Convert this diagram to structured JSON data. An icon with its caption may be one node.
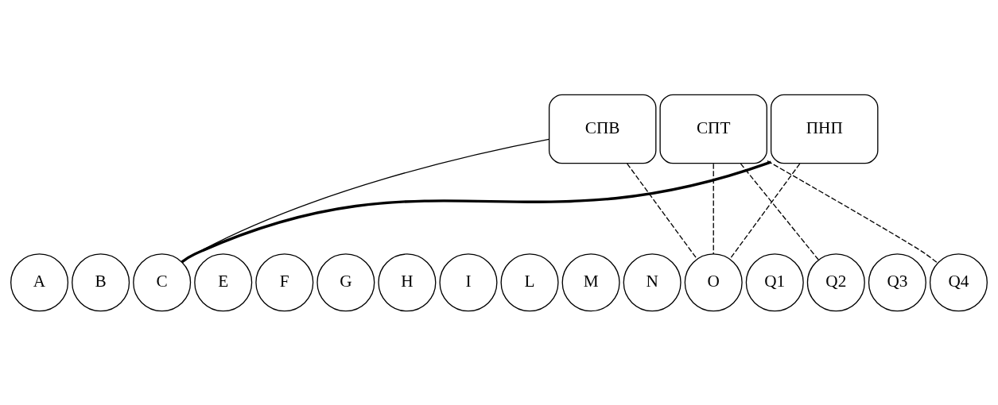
{
  "diagram": {
    "nodes": [
      {
        "text": [
          "СПВ"
        ]
      },
      {
        "text": [
          "СПТ"
        ]
      },
      {
        "text": [
          "ПНП"
        ]
      },
      {
        "text": [
          "A"
        ]
      },
      {
        "text": [
          "B"
        ]
      },
      {
        "text": [
          "C"
        ]
      },
      {
        "text": [
          "E"
        ]
      },
      {
        "text": [
          "F"
        ]
      },
      {
        "text": [
          "G"
        ]
      },
      {
        "text": [
          "H"
        ]
      },
      {
        "text": [
          "I"
        ]
      },
      {
        "text": [
          "L"
        ]
      },
      {
        "text": [
          "M"
        ]
      },
      {
        "text": [
          "N"
        ]
      },
      {
        "text": [
          "O"
        ]
      },
      {
        "text": [
          "Q1"
        ]
      },
      {
        "text": [
          "Q2"
        ]
      },
      {
        "text": [
          "Q3"
        ]
      },
      {
        "text": [
          "Q4"
        ]
      }
    ],
    "edges": [
      {
        "from": 0,
        "to": 5,
        "arrow": "none"
      },
      {
        "from": 2,
        "to": 5,
        "arrow": "none",
        "style": "thick"
      },
      {
        "from": 0,
        "to": 14,
        "arrow": "none",
        "style": "dashed"
      },
      {
        "from": 1,
        "to": 14,
        "arrow": "none",
        "style": "dashed"
      },
      {
        "from": 1,
        "to": 16,
        "arrow": "none",
        "style": "dashed"
      },
      {
        "from": 1,
        "to": 18,
        "arrow": "none",
        "style": "dashed"
      },
      {
        "from": 2,
        "to": 14,
        "arrow": "none",
        "style": "dashed"
      }
    ]
  }
}
